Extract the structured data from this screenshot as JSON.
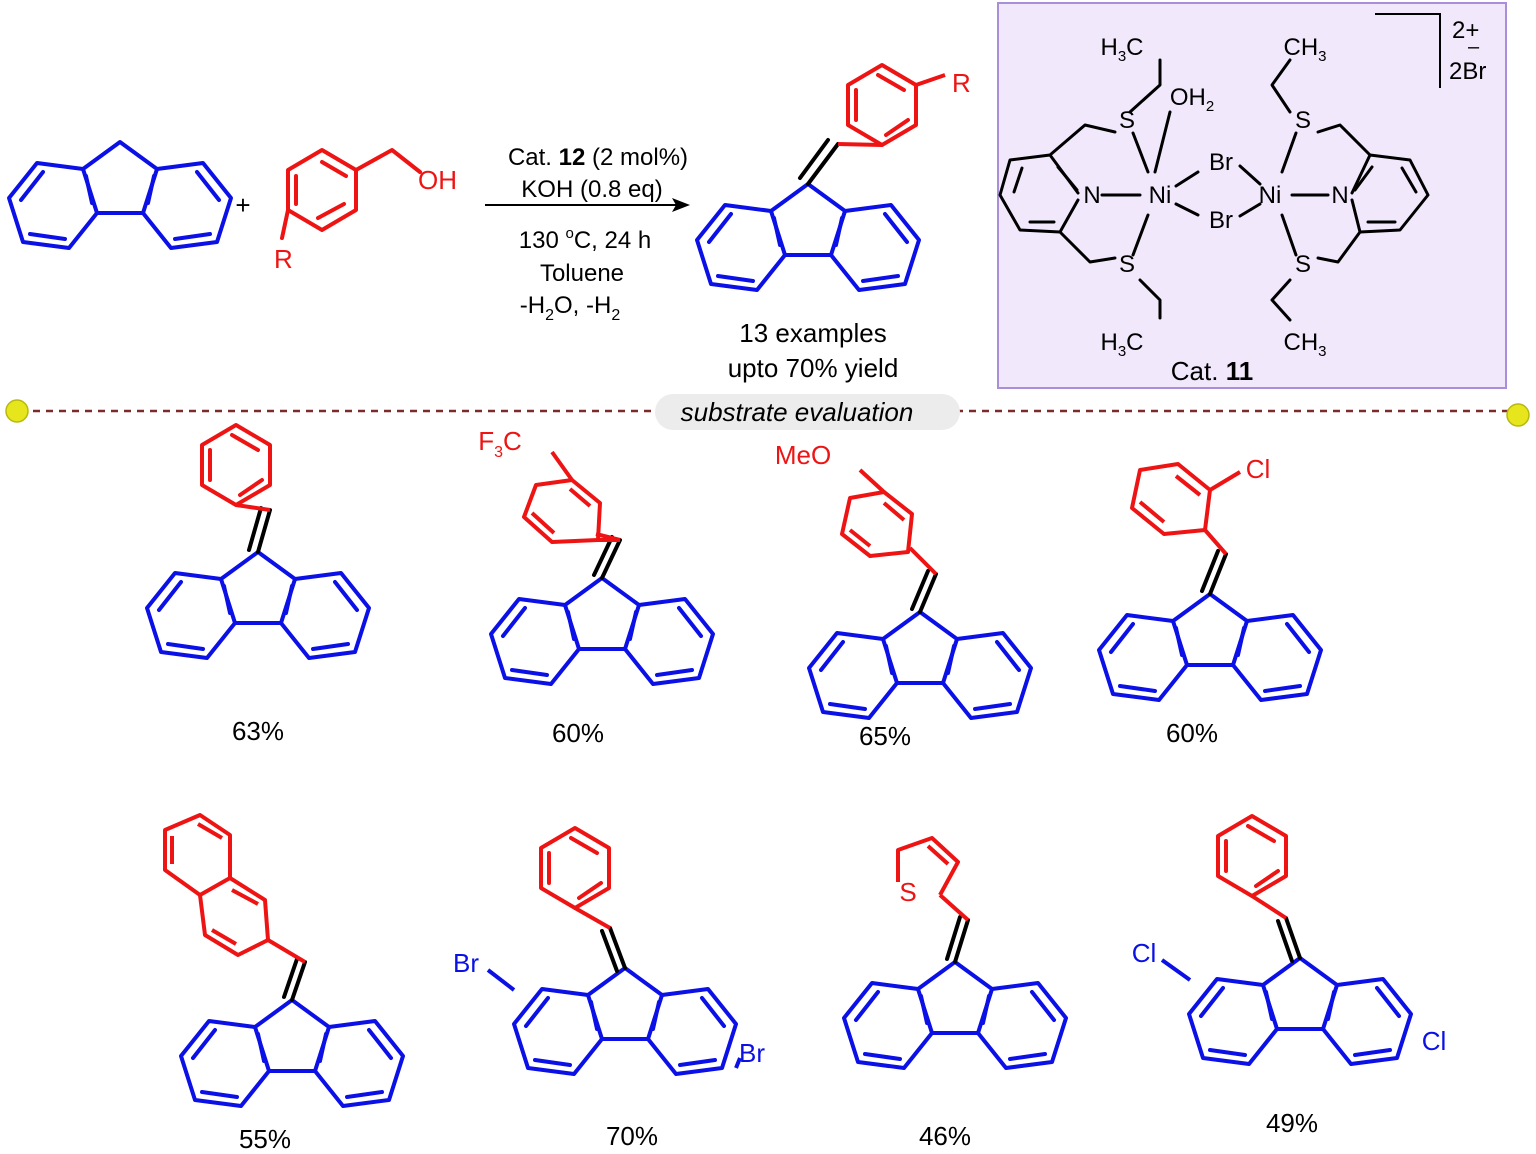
{
  "colors": {
    "core": "#0a10e6",
    "substituent": "#ee1414",
    "bond": "#000000",
    "panel_fill": "#f1e8fb",
    "panel_border": "#a98fd9",
    "divider": "#7d2a2a",
    "dot": "#e7e61c",
    "pill": "#ececec"
  },
  "reaction": {
    "plus": "+",
    "oh_label": "OH",
    "r_label": "R",
    "conditions": {
      "line1_prefix": "Cat. ",
      "line1_bold": "12",
      "line1_suffix": " (2 mol%)",
      "line2": "KOH (0.8 eq)",
      "line3_a": "130 ",
      "line3_sup": "o",
      "line3_b": "C, 24 h",
      "line4": "Toluene",
      "line5_a": "-H",
      "line5_sub1": "2",
      "line5_b": "O, -H",
      "line5_sub2": "2"
    },
    "product_r_label": "R",
    "summary_1": "13 examples",
    "summary_2": "upto 70% yield"
  },
  "catalyst": {
    "charge": "2+",
    "minus": "–",
    "counterion": "2Br",
    "h3c": "H",
    "h3c_sub": "3",
    "h3c_c": "C",
    "ch3": "CH",
    "ch3_sub": "3",
    "oh2": "OH",
    "oh2_sub": "2",
    "s": "S",
    "n": "N",
    "ni": "Ni",
    "br": "Br",
    "caption_prefix": "Cat. ",
    "caption_bold": "11"
  },
  "divider_label": "substrate evaluation",
  "substrates": [
    {
      "yield": "63%"
    },
    {
      "yield": "60%",
      "label": "F",
      "label_sub": "3",
      "label_end": "C"
    },
    {
      "yield": "65%",
      "label": "MeO"
    },
    {
      "yield": "60%",
      "label": "Cl"
    },
    {
      "yield": "55%"
    },
    {
      "yield": "70%",
      "label": "Br",
      "label2": "Br"
    },
    {
      "yield": "46%",
      "label": "S"
    },
    {
      "yield": "49%",
      "label": "Cl",
      "label2": "Cl"
    }
  ]
}
